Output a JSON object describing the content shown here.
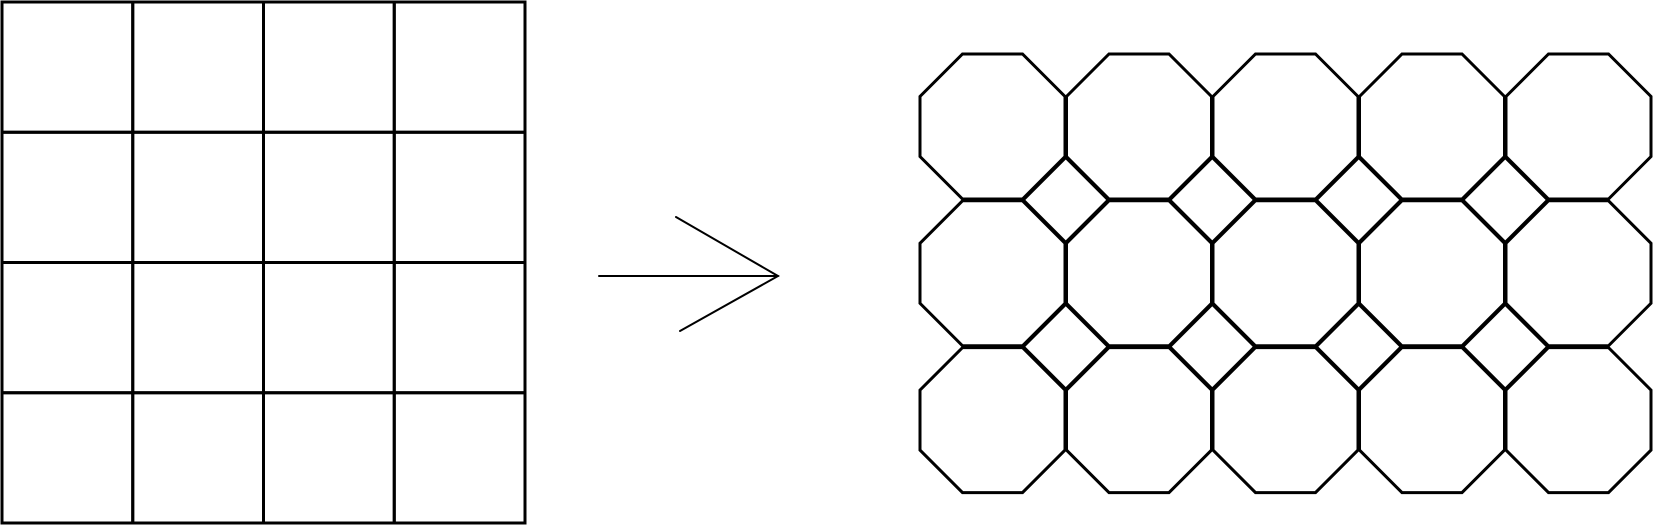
{
  "source_grid": {
    "shape": "square",
    "rows": 4,
    "cols": 4
  },
  "transformation_arrow": {
    "direction": "right"
  },
  "result_tiling": {
    "large_tile": "octagon",
    "small_tile": "square",
    "octagon_rows": 3,
    "octagon_cols": 5
  },
  "colors": {
    "line": "#000000",
    "background": "#ffffff"
  }
}
